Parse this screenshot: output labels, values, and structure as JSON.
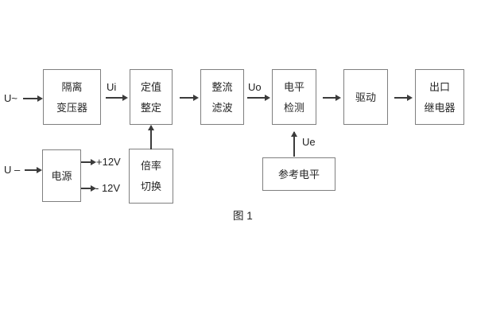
{
  "diagram": {
    "caption": "图 1",
    "blocks": {
      "isolation": {
        "l1": "隔离",
        "l2": "变压器"
      },
      "setting": {
        "l1": "定值",
        "l2": "整定"
      },
      "rectifier": {
        "l1": "整流",
        "l2": "滤波"
      },
      "level": {
        "l1": "电平",
        "l2": "检测"
      },
      "drive": {
        "l1": "驱动"
      },
      "relay": {
        "l1": "出口",
        "l2": "继电器"
      },
      "power": {
        "l1": "电源"
      },
      "ratio": {
        "l1": "倍率",
        "l2": "切换"
      },
      "reference": {
        "l1": "参考电平"
      }
    },
    "labels": {
      "ac_input": "U~",
      "ui": "Ui",
      "uo": "Uo",
      "dc_input": "U –",
      "plus_12v": "+12V",
      "minus_12v": "- 12V",
      "ue": "Ue"
    },
    "colors": {
      "background": "#ffffff",
      "box_border": "#7f7f7f",
      "line": "#3b3b3b",
      "text": "#262626"
    }
  }
}
